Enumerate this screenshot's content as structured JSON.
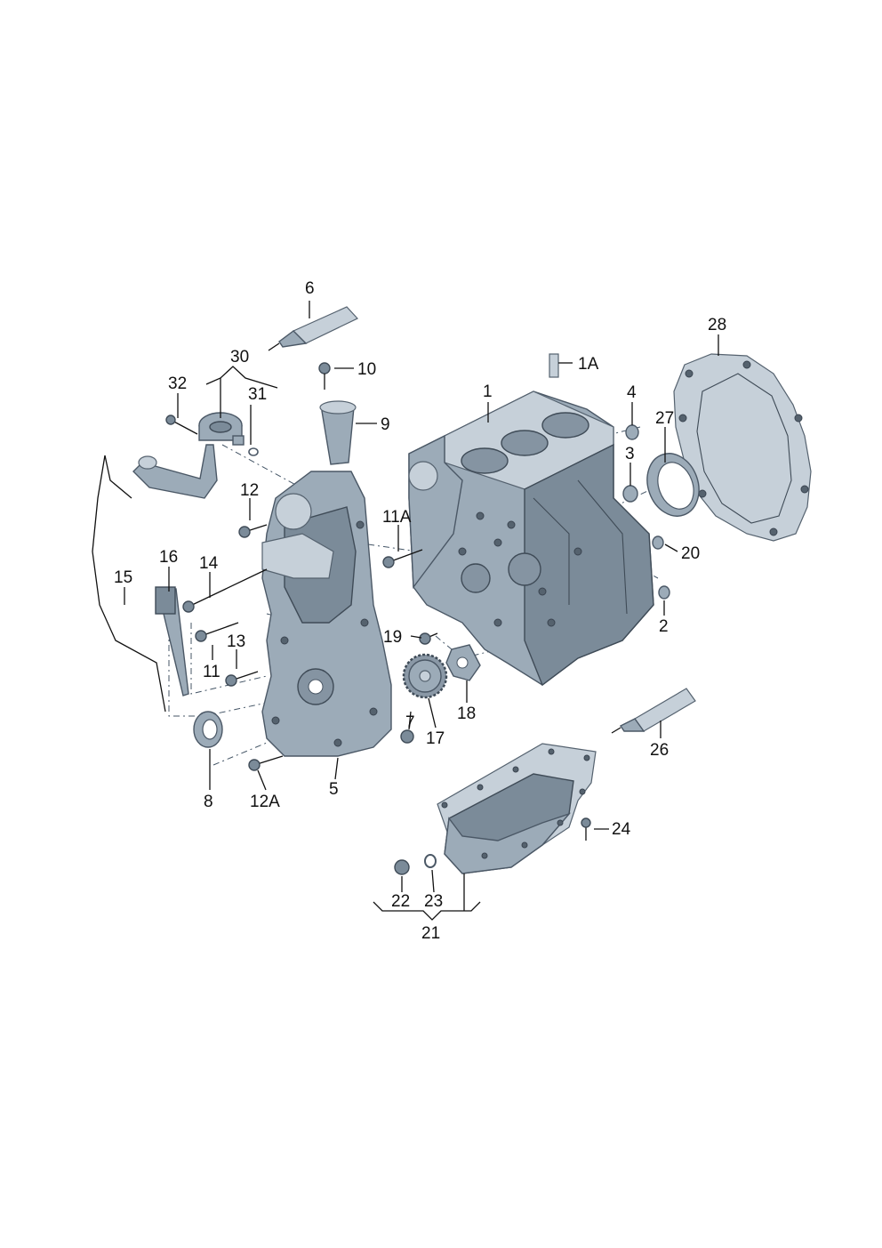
{
  "colors": {
    "background": "#ffffff",
    "part_fill": "#9cabb8",
    "part_stroke": "#4b5866",
    "label_text": "#111111"
  },
  "callouts": {
    "c1": "1",
    "c1a": "1A",
    "c2": "2",
    "c3": "3",
    "c4": "4",
    "c5": "5",
    "c6": "6",
    "c7": "7",
    "c8": "8",
    "c9": "9",
    "c10": "10",
    "c11": "11",
    "c11a": "11A",
    "c12": "12",
    "c12a": "12A",
    "c13": "13",
    "c14": "14",
    "c15": "15",
    "c16": "16",
    "c17": "17",
    "c18": "18",
    "c19": "19",
    "c20": "20",
    "c21": "21",
    "c22": "22",
    "c23": "23",
    "c24": "24",
    "c26": "26",
    "c27": "27",
    "c28": "28",
    "c30": "30",
    "c31": "31",
    "c32": "32"
  }
}
